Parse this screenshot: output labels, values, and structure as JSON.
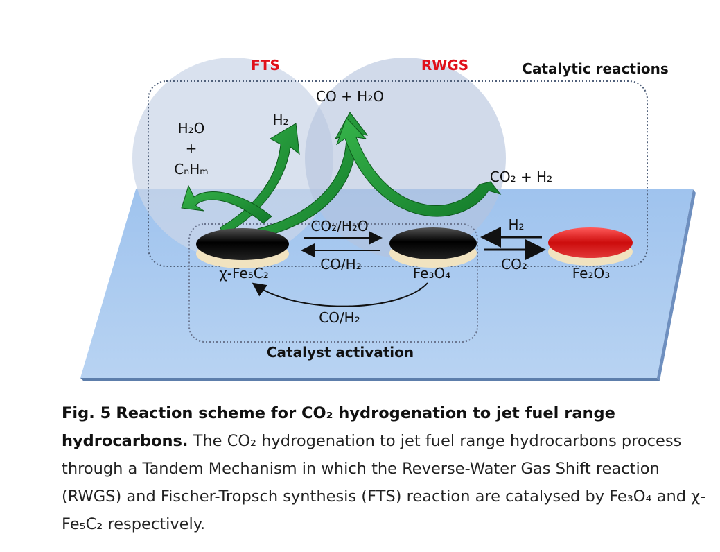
{
  "diagram": {
    "labels": {
      "fts": "FTS",
      "rwgs": "RWGS",
      "catalytic_reactions": "Catalytic reactions",
      "catalyst_activation": "Catalyst activation",
      "co_h2o": "CO + H₂O",
      "h2o": "H₂O",
      "plus": "+",
      "cnhm": "CₙHₘ",
      "h2_top": "H₂",
      "co2_h2": "CO₂ + H₂",
      "co2_h2o_arrow": "CO₂/H₂O",
      "co_h2_arrow": "CO/H₂",
      "h2_arrow": "H₂",
      "co2_arrow": "CO₂",
      "co_h2_bottom": "CO/H₂",
      "fe5c2": "χ-Fe₅C₂",
      "fe3o4": "Fe₃O₄",
      "fe2o3": "Fe₂O₃"
    },
    "colors": {
      "label_red": "#e0101a",
      "plate": "#a9c9ef",
      "circle": "#c9d7ea",
      "arrow_green": "#2aa13a",
      "particle_red": "#d71a1a"
    }
  },
  "caption": {
    "fig_label": "Fig. 5",
    "title": "Reaction scheme for CO₂ hydrogenation to jet fuel range hydrocarbons.",
    "body": "The CO₂ hydrogenation to jet fuel range hydrocarbons process through a Tandem Mechanism in which the Reverse-Water Gas Shift reaction (RWGS) and Fischer-Tropsch synthesis (FTS) reaction are catalysed by Fe₃O₄ and χ-Fe₅C₂ respectively."
  }
}
